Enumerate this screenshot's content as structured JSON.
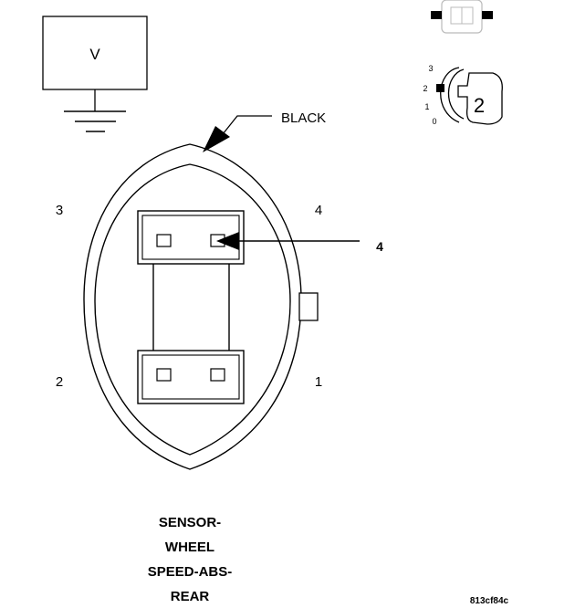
{
  "voltmeter": {
    "symbol": "V"
  },
  "connector": {
    "color_callout": "BLACK",
    "cavity_labels": {
      "top_left": "3",
      "top_right": "4",
      "bottom_left": "2",
      "bottom_right": "1"
    },
    "callout_pin": "4"
  },
  "test_probe_icon": {
    "scale_marks": [
      "3",
      "2",
      "1",
      "0"
    ],
    "number": "2"
  },
  "caption": {
    "lines": [
      "SENSOR-",
      "WHEEL",
      "SPEED-ABS-",
      "REAR"
    ]
  },
  "figure_id": "813cf84c"
}
